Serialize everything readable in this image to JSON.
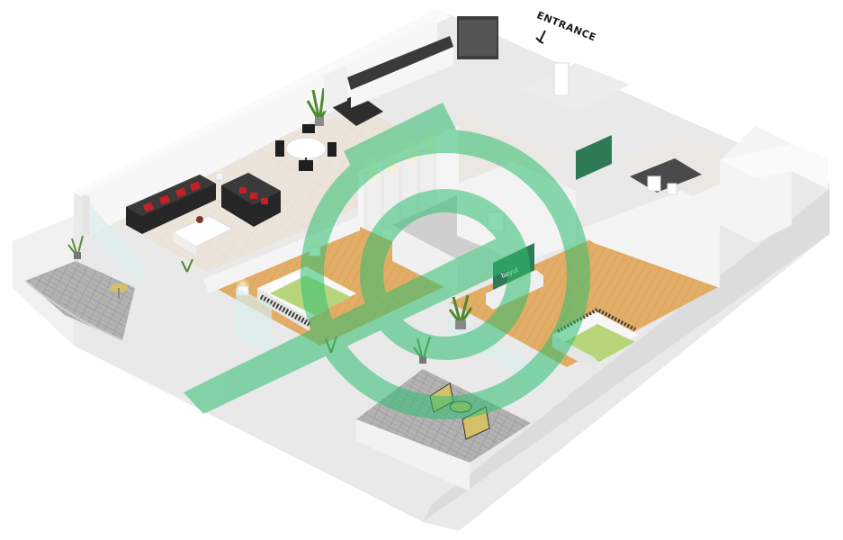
{
  "floorplan": {
    "entrance_label": "ENTRANCE",
    "watermark_icon": "bayut-logo-watermark",
    "tv_screen_text": "bayut"
  },
  "colors": {
    "watermark_green": "#2fbf71",
    "floor_wood": "#e7b46b",
    "tile_grey": "#b9b9b9",
    "wall_white": "#f4f4f4",
    "sofa_black": "#2a2a2a",
    "cushion_red": "#c4202a"
  }
}
